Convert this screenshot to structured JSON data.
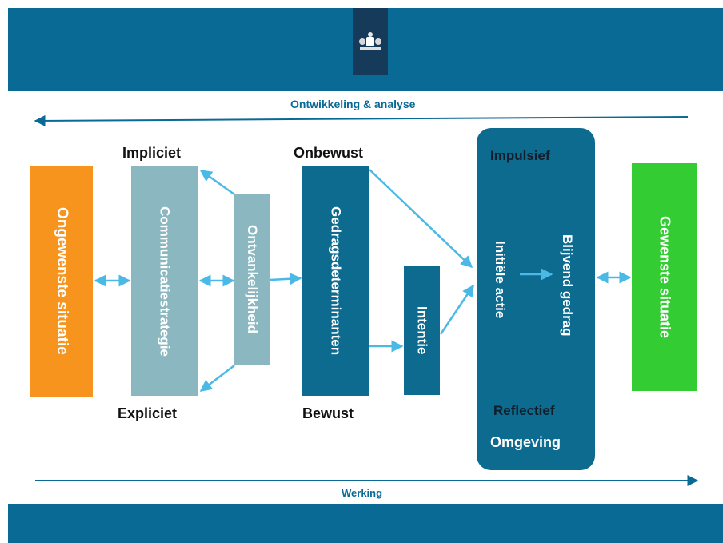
{
  "header": {
    "logo": "rijksoverheid-crest-icon"
  },
  "top_arrow_label": "Ontwikkeling & analyse",
  "bottom_arrow_label": "Werking",
  "boxes": {
    "ongewenste": "Ongewenste situatie",
    "communicatie": "Communicatiestrategie",
    "ontvankelijkheid": "Ontvankelijkheid",
    "gedrag": "Gedragsdeterminanten",
    "intentie": "Intentie",
    "initiele": "Initiële actie",
    "blijvend": "Blijvend gedrag",
    "gewenste": "Gewenste situatie"
  },
  "labels": {
    "impliciet": "Impliciet",
    "expliciet": "Expliciet",
    "onbewust": "Onbewust",
    "bewust": "Bewust",
    "impulsief": "Impulsief",
    "reflectief": "Reflectief",
    "omgeving": "Omgeving"
  },
  "colors": {
    "band": "#0a6a96",
    "orange": "#f7941d",
    "grey_teal": "#8bb8c0",
    "dark_teal": "#0d6b90",
    "green": "#33cc33",
    "arrow_light": "#4ab9e6"
  }
}
